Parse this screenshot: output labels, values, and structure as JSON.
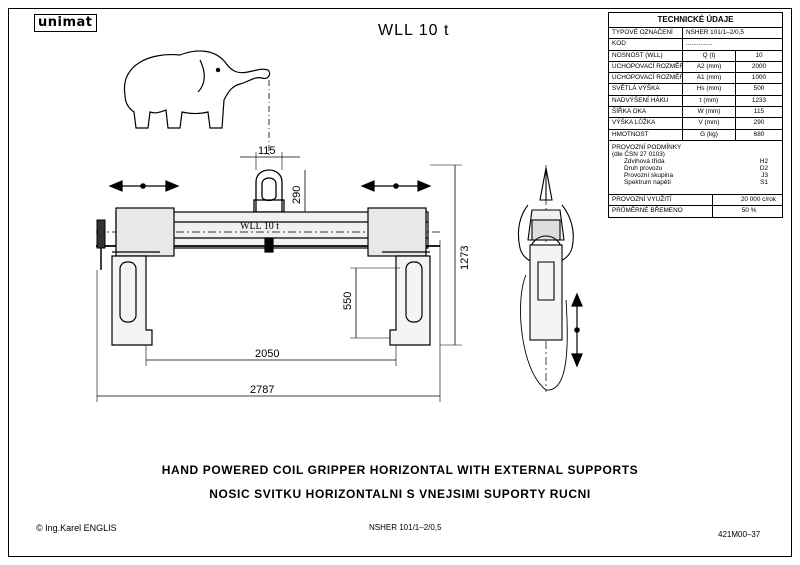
{
  "header": {
    "logo": "unimat",
    "wll": "WLL 10 t"
  },
  "dimensions": {
    "d115": "115",
    "d290": "290",
    "d1273": "1273",
    "d550": "550",
    "d2050": "2050",
    "d2787": "2787",
    "beam_label": "WLL 10 t"
  },
  "tech": {
    "title": "TECHNICKÉ ÚDAJE",
    "type_label": "TYPOVÉ OZNAČENÍ",
    "type_value": "NSHER 101/1–2/0,5",
    "kod_label": "KOD",
    "kod_value": "...............",
    "rows": [
      {
        "label": "NOSNOST (WLL)",
        "sym": "Q (t)",
        "value": "10"
      },
      {
        "label": "UCHOPOVACÍ ROZMĚR MAX.",
        "sym": "A2 (mm)",
        "value": "2000"
      },
      {
        "label": "UCHOPOVACÍ ROZMĚR MIN.",
        "sym": "A1 (mm)",
        "value": "1000"
      },
      {
        "label": "SVĚTLÁ VÝŠKA",
        "sym": "Hs (mm)",
        "value": "500"
      },
      {
        "label": "NADVÝŠENÍ HÁKU",
        "sym": "t (mm)",
        "value": "1233"
      },
      {
        "label": "ŠÍŘKA OKA",
        "sym": "W (mm)",
        "value": "115"
      },
      {
        "label": "VÝŠKA LŮŽKA",
        "sym": "V (mm)",
        "value": "290"
      },
      {
        "label": "HMOTNOST",
        "sym": "G (kg)",
        "value": "680"
      }
    ],
    "cond_title1": "PROVOZNÍ PODMÍNKY",
    "cond_title2": "(dle ČSN 27 0103)",
    "cond_items": [
      "Zdvihová třída",
      "Druh provozu",
      "Provozní skupina",
      "Spektrum napětí"
    ],
    "cond_values": [
      "H2",
      "D2",
      "J3",
      "S1"
    ],
    "use_label": "PROVOZNÍ VYUŽITÍ",
    "use_value": "20 000 c/rok",
    "load_label": "PRŮMĚRNÉ BŘEMENO",
    "load_value": "50 %"
  },
  "titles": {
    "english": "HAND POWERED COIL GRIPPER HORIZONTAL WITH EXTERNAL SUPPORTS",
    "czech": "NOSIC SVITKU HORIZONTALNI S VNEJSIMI SUPORTY RUCNI"
  },
  "footer": {
    "author": "©  Ing.Karel ENGLIS",
    "drawing_no": "NSHER 101/1–2/0,5",
    "sheet_no": "421M00–37"
  }
}
